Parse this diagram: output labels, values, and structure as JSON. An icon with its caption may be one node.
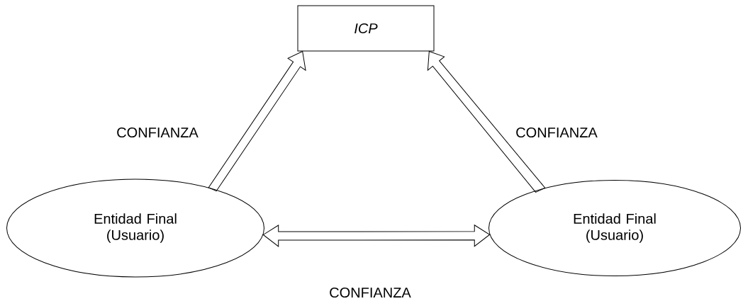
{
  "diagram": {
    "nodes": [
      {
        "text": [
          "ICP"
        ]
      },
      {
        "text": [
          "Entidad Final (Usuario)"
        ]
      },
      {
        "text": [
          "Entidad Final (Usuario)"
        ]
      }
    ],
    "edges": [
      {
        "from": 1,
        "to": 0,
        "arrow": "to",
        "label": "CONFIANZA"
      },
      {
        "from": 2,
        "to": 0,
        "arrow": "to",
        "label": "CONFIANZA"
      },
      {
        "from": 1,
        "to": 2,
        "arrow": "both",
        "label": "CONFIANZA"
      }
    ]
  }
}
